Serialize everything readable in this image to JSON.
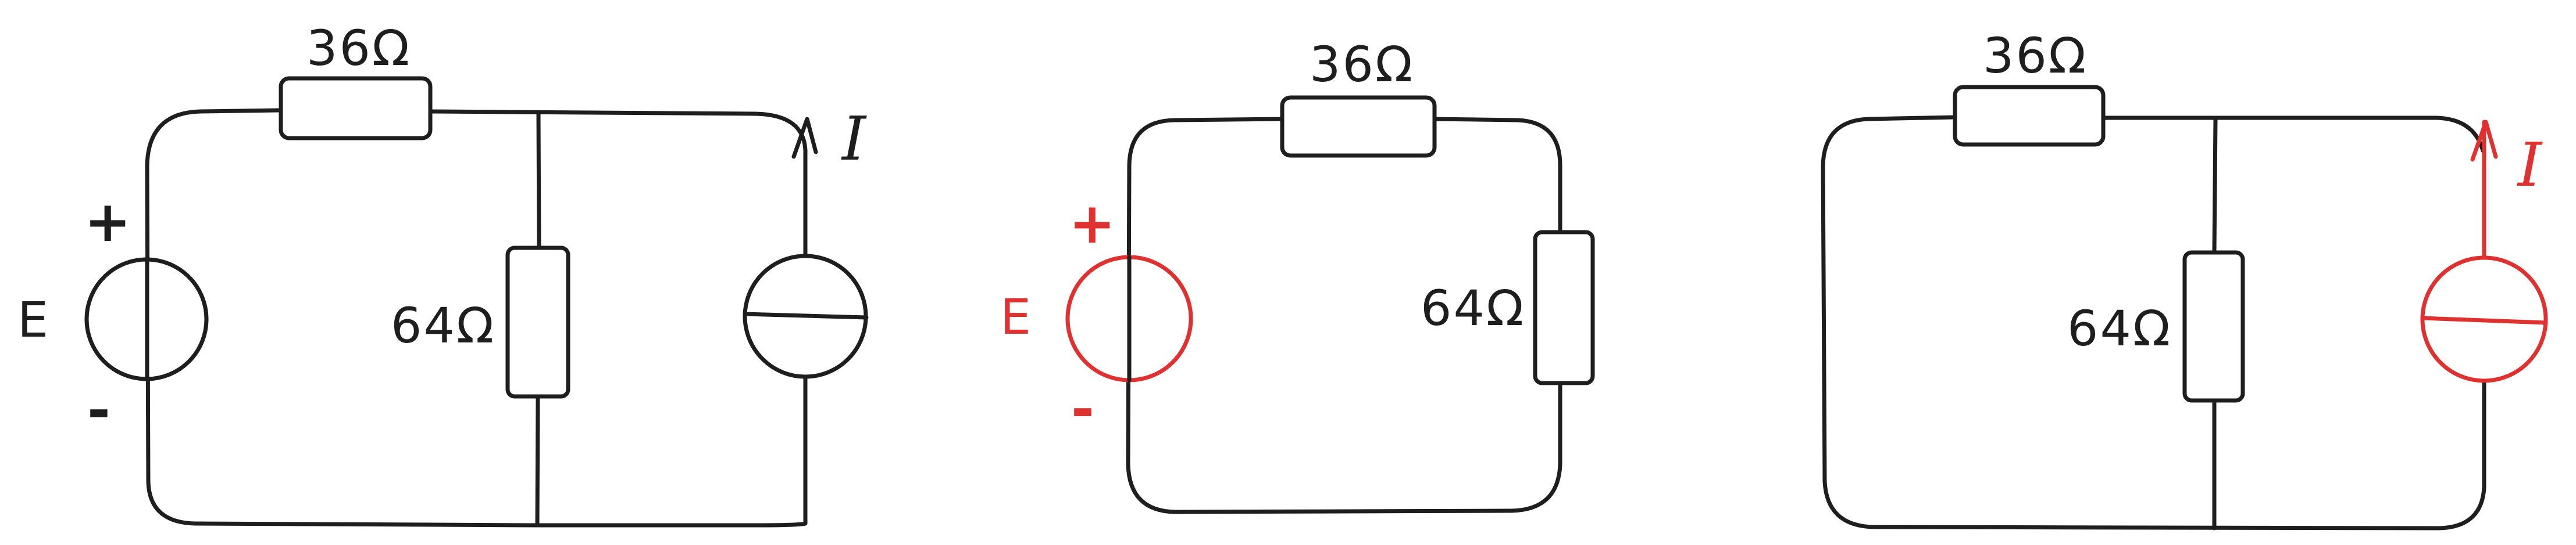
{
  "diagram": {
    "labels": {
      "series_resistor": "36Ω",
      "shunt_resistor": "64Ω",
      "voltage_source": "E",
      "current_source": "I",
      "plus": "+",
      "minus": "-"
    },
    "colors": {
      "ink": "#1e1e1e",
      "highlight": "#e03131"
    },
    "panels": [
      {
        "name": "full-circuit",
        "highlight": "none"
      },
      {
        "name": "voltage-source-only",
        "highlight": "voltage-source"
      },
      {
        "name": "current-source-only",
        "highlight": "current-source"
      }
    ]
  }
}
